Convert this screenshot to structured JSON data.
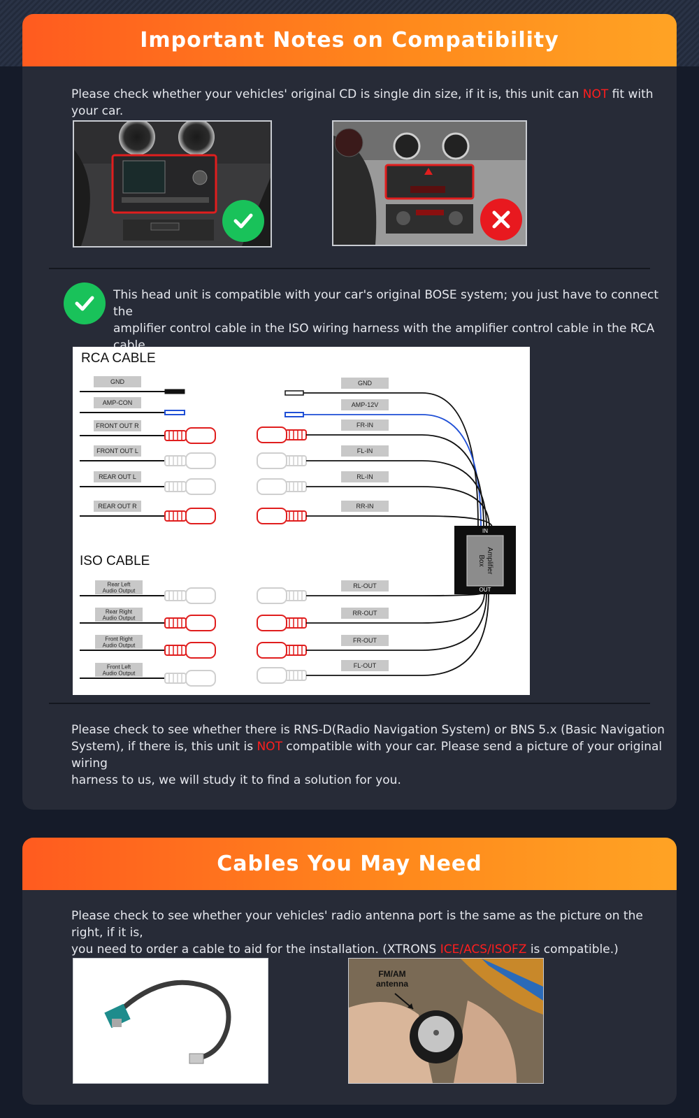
{
  "compat": {
    "title": "Important Notes on Compatibility",
    "line1_pre": "Please check whether your vehicles' original CD is single din size, if it is, this unit can ",
    "line1_red": "NOT",
    "line1_post": " fit with your car.",
    "bose_l1": "This head unit is compatible with your car's original BOSE system; you just have to connect the",
    "bose_l2": "amplifier control cable in the ISO wiring harness with the amplifier control cable in the RCA cable.",
    "rns_l1": "Please check to see whether there is RNS-D(Radio Navigation System) or BNS 5.x (Basic Navigation",
    "rns_l2_pre": "System), if there is, this unit is ",
    "rns_l2_red": "NOT",
    "rns_l2_post": " compatible with your car. Please send a picture of your original wiring",
    "rns_l3": "harness to us, we will study it to find a solution for you."
  },
  "wiring": {
    "rca_title": "RCA CABLE",
    "iso_title": "ISO CABLE",
    "rca_left": [
      "GND",
      "AMP-CON",
      "FRONT OUT R",
      "FRONT OUT L",
      "REAR OUT L",
      "REAR OUT R"
    ],
    "rca_right": [
      "GND",
      "AMP-12V",
      "FR-IN",
      "FL-IN",
      "RL-IN",
      "RR-IN"
    ],
    "iso_left": [
      [
        "Rear Left",
        "Audio Output"
      ],
      [
        "Rear Right",
        "Audio Output"
      ],
      [
        "Front Right",
        "Audio Output"
      ],
      [
        "Front Left",
        "Audio Output"
      ]
    ],
    "iso_right": [
      "RL-OUT",
      "RR-OUT",
      "FR-OUT",
      "FL-OUT"
    ],
    "amp_in": "IN",
    "amp_out": "OUT",
    "amp_l1": "Amplifier",
    "amp_l2": "Box",
    "colors": {
      "red": "#e01e1e",
      "blue": "#1f4fd6",
      "black": "#111111"
    }
  },
  "cables": {
    "title": "Cables You May Need",
    "l1": "Please check to see whether your vehicles' radio antenna port is the same as the picture on the right, if it is,",
    "l2_pre": "you need to order a cable to aid for the installation. (XTRONS ",
    "l2_red": "ICE/ACS/ISOFZ",
    "l2_post": " is compatible.)",
    "fm_label_1": "FM/AM",
    "fm_label_2": "antenna"
  }
}
